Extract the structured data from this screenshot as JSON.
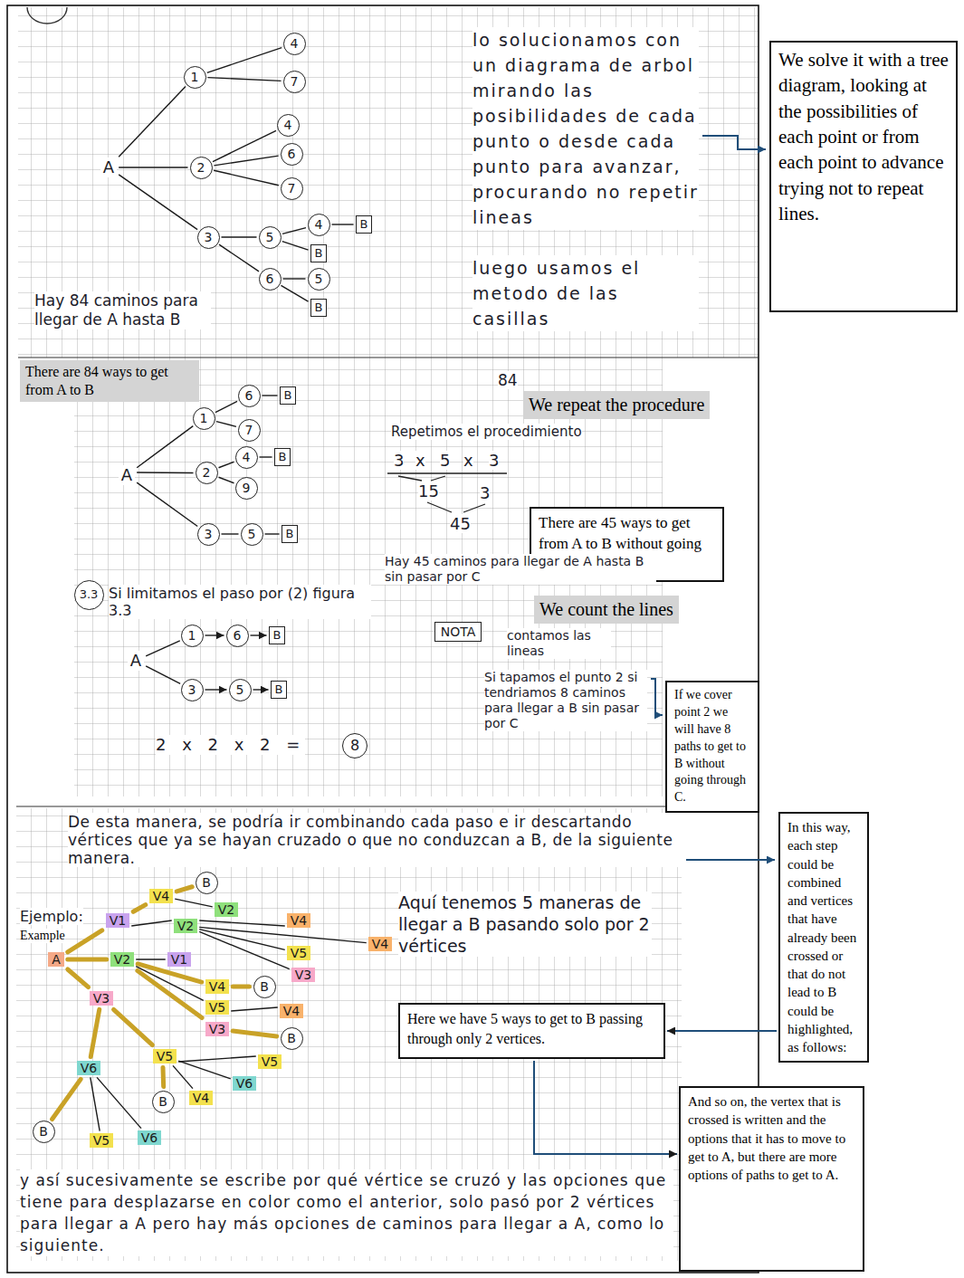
{
  "diagram": {
    "nodes": [
      {
        "text": [
          "A"
        ]
      },
      {
        "text": [
          "1"
        ]
      },
      {
        "text": [
          "2"
        ]
      },
      {
        "text": [
          "3"
        ]
      },
      {
        "text": [
          "4"
        ]
      },
      {
        "text": [
          "7"
        ]
      },
      {
        "text": [
          "4"
        ]
      },
      {
        "text": [
          "6"
        ]
      },
      {
        "text": [
          "7"
        ]
      },
      {
        "text": [
          "5"
        ]
      },
      {
        "text": [
          "6"
        ]
      },
      {
        "text": [
          "4"
        ]
      },
      {
        "text": [
          "B"
        ]
      },
      {
        "text": [
          "B"
        ]
      },
      {
        "text": [
          "5"
        ]
      },
      {
        "text": [
          "B"
        ]
      },
      {
        "text": [
          "We solve it with a tree diagram, looking at the possibilities of each point or from each point to advance trying not to repeat lines."
        ]
      },
      {
        "text": [
          "There are 84 ways to get from A to B"
        ]
      },
      {
        "text": [
          "We repeat the procedure"
        ]
      },
      {
        "text": [
          "A"
        ]
      },
      {
        "text": [
          "1"
        ]
      },
      {
        "text": [
          "2"
        ]
      },
      {
        "text": [
          "3"
        ]
      },
      {
        "text": [
          "6"
        ]
      },
      {
        "text": [
          "B"
        ]
      },
      {
        "text": [
          "7"
        ]
      },
      {
        "text": [
          "4"
        ]
      },
      {
        "text": [
          "B"
        ]
      },
      {
        "text": [
          "9"
        ]
      },
      {
        "text": [
          "5"
        ]
      },
      {
        "text": [
          "B"
        ]
      },
      {
        "text": [
          "There are 45 ways to get from A to B without going through C."
        ]
      },
      {
        "text": [
          "3.3"
        ]
      },
      {
        "text": [
          "We count the lines"
        ]
      },
      {
        "text": [
          "NOTA"
        ]
      },
      {
        "text": [
          "A"
        ]
      },
      {
        "text": [
          "1"
        ]
      },
      {
        "text": [
          "6"
        ]
      },
      {
        "text": [
          "B"
        ]
      },
      {
        "text": [
          "3"
        ]
      },
      {
        "text": [
          "5"
        ]
      },
      {
        "text": [
          "B"
        ]
      },
      {
        "text": [
          "8"
        ]
      },
      {
        "text": [
          "If we cover point 2 we will have 8 paths to get to B without going through C."
        ]
      },
      {
        "text": [
          "In this way, each step could be combined and vertices that have already been crossed or that do not lead to B could be highlighted, as follows:"
        ]
      },
      {
        "text": [
          "A"
        ]
      },
      {
        "text": [
          "V1"
        ]
      },
      {
        "text": [
          "V4"
        ]
      },
      {
        "text": [
          "B"
        ]
      },
      {
        "text": [
          "V2"
        ]
      },
      {
        "text": [
          "V2"
        ]
      },
      {
        "text": [
          "V4"
        ]
      },
      {
        "text": [
          "V5"
        ]
      },
      {
        "text": [
          "V3"
        ]
      },
      {
        "text": [
          "V4"
        ]
      },
      {
        "text": [
          "V2"
        ]
      },
      {
        "text": [
          "V1"
        ]
      },
      {
        "text": [
          "V4"
        ]
      },
      {
        "text": [
          "B"
        ]
      },
      {
        "text": [
          "V5"
        ]
      },
      {
        "text": [
          "V4"
        ]
      },
      {
        "text": [
          "V3"
        ]
      },
      {
        "text": [
          "B"
        ]
      },
      {
        "text": [
          "V3"
        ]
      },
      {
        "text": [
          "V5"
        ]
      },
      {
        "text": [
          "V4"
        ]
      },
      {
        "text": [
          "B"
        ]
      },
      {
        "text": [
          "V6"
        ]
      },
      {
        "text": [
          "V5"
        ]
      },
      {
        "text": [
          "V6"
        ]
      },
      {
        "text": [
          "B"
        ]
      },
      {
        "text": [
          "V5"
        ]
      },
      {
        "text": [
          "V6"
        ]
      },
      {
        "text": [
          "Here we have 5 ways to get to B passing through only 2 vertices."
        ]
      },
      {
        "text": [
          "And so on, the vertex that is crossed is written and the options that it has to move to get to A, but there are more options of paths to get to A."
        ]
      }
    ],
    "edges": [
      {
        "from": 0,
        "to": 1,
        "arrow": "none"
      },
      {
        "from": 0,
        "to": 2,
        "arrow": "none"
      },
      {
        "from": 0,
        "to": 3,
        "arrow": "none"
      },
      {
        "from": 1,
        "to": 4,
        "arrow": "none"
      },
      {
        "from": 1,
        "to": 5,
        "arrow": "none"
      },
      {
        "from": 2,
        "to": 6,
        "arrow": "none"
      },
      {
        "from": 2,
        "to": 7,
        "arrow": "none"
      },
      {
        "from": 2,
        "to": 8,
        "arrow": "none"
      },
      {
        "from": 3,
        "to": 9,
        "arrow": "none"
      },
      {
        "from": 3,
        "to": 10,
        "arrow": "none"
      },
      {
        "from": 9,
        "to": 11,
        "arrow": "none"
      },
      {
        "from": 11,
        "to": 12,
        "arrow": "none"
      },
      {
        "from": 9,
        "to": 13,
        "arrow": "none"
      },
      {
        "from": 10,
        "to": 14,
        "arrow": "none"
      },
      {
        "from": 10,
        "to": 15,
        "arrow": "none"
      },
      {
        "from": 19,
        "to": 20,
        "arrow": "none"
      },
      {
        "from": 19,
        "to": 21,
        "arrow": "none"
      },
      {
        "from": 19,
        "to": 22,
        "arrow": "none"
      },
      {
        "from": 20,
        "to": 23,
        "arrow": "none"
      },
      {
        "from": 23,
        "to": 24,
        "arrow": "none"
      },
      {
        "from": 20,
        "to": 25,
        "arrow": "none"
      },
      {
        "from": 21,
        "to": 26,
        "arrow": "none"
      },
      {
        "from": 26,
        "to": 27,
        "arrow": "none"
      },
      {
        "from": 21,
        "to": 28,
        "arrow": "none"
      },
      {
        "from": 22,
        "to": 29,
        "arrow": "none"
      },
      {
        "from": 29,
        "to": 30,
        "arrow": "none"
      },
      {
        "from": 35,
        "to": 36,
        "arrow": "none"
      },
      {
        "from": 36,
        "to": 37,
        "arrow": "to"
      },
      {
        "from": 37,
        "to": 38,
        "arrow": "to"
      },
      {
        "from": 35,
        "to": 39,
        "arrow": "none"
      },
      {
        "from": 39,
        "to": 40,
        "arrow": "to"
      },
      {
        "from": 40,
        "to": 41,
        "arrow": "to"
      },
      {
        "from": 45,
        "to": 46,
        "arrow": "none"
      },
      {
        "from": 46,
        "to": 47,
        "arrow": "none"
      },
      {
        "from": 47,
        "to": 48,
        "arrow": "none"
      },
      {
        "from": 47,
        "to": 49,
        "arrow": "none"
      },
      {
        "from": 46,
        "to": 50,
        "arrow": "none"
      },
      {
        "from": 50,
        "to": 51,
        "arrow": "none"
      },
      {
        "from": 50,
        "to": 52,
        "arrow": "none"
      },
      {
        "from": 50,
        "to": 53,
        "arrow": "none"
      },
      {
        "from": 50,
        "to": 54,
        "arrow": "none"
      },
      {
        "from": 45,
        "to": 55,
        "arrow": "none"
      },
      {
        "from": 55,
        "to": 56,
        "arrow": "none"
      },
      {
        "from": 55,
        "to": 57,
        "arrow": "none"
      },
      {
        "from": 57,
        "to": 58,
        "arrow": "none"
      },
      {
        "from": 55,
        "to": 59,
        "arrow": "none"
      },
      {
        "from": 59,
        "to": 60,
        "arrow": "none"
      },
      {
        "from": 55,
        "to": 61,
        "arrow": "none"
      },
      {
        "from": 61,
        "to": 62,
        "arrow": "none"
      },
      {
        "from": 45,
        "to": 63,
        "arrow": "none"
      },
      {
        "from": 63,
        "to": 64,
        "arrow": "none"
      },
      {
        "from": 64,
        "to": 65,
        "arrow": "none"
      },
      {
        "from": 64,
        "to": 66,
        "arrow": "none"
      },
      {
        "from": 64,
        "to": 67,
        "arrow": "none"
      },
      {
        "from": 64,
        "to": 68,
        "arrow": "none"
      },
      {
        "from": 63,
        "to": 69,
        "arrow": "none"
      },
      {
        "from": 69,
        "to": 70,
        "arrow": "none"
      },
      {
        "from": 69,
        "to": 71,
        "arrow": "none"
      },
      {
        "from": 69,
        "to": 72,
        "arrow": "none"
      },
      {
        "from": 44,
        "to": 73,
        "arrow": "to"
      },
      {
        "from": 73,
        "to": 74,
        "arrow": "to"
      }
    ],
    "labels": [
      "lo solucionamos con un diagrama de arbol mirando las posibilidades de cada punto o desde cada punto para avanzar, procurando no repetir lineas",
      "luego usamos el metodo de las casillas",
      "Hay 84 caminos para llegar de A hasta B",
      "84",
      "Repetimos el procedimiento",
      "3",
      "x",
      "5",
      "x",
      "3",
      "15",
      "3",
      "45",
      "Hay 45 caminos para llegar de A hasta B sin pasar por C",
      "Si limitamos el paso por (2) figura 3.3",
      "2 x 2 x 2 =",
      "contamos las lineas",
      "Si tapamos el punto 2 si tendriamos 8 caminos para llegar a B sin pasar por C",
      "De esta manera, se podría ir combinando cada paso e ir descartando vértices que ya se hayan cruzado o que no conduzcan a B, de la siguiente manera.",
      "Ejemplo:",
      "Example",
      "Aquí tenemos 5 maneras de llegar a B pasando solo por 2 vértices",
      "y así sucesivamente se escribe por qué vértice se cruzó y las opciones que tiene para desplazarse en color como el anterior, solo pasó por 2 vértices para llegar a A pero hay más opciones de caminos para llegar a A, como lo siguiente."
    ]
  }
}
